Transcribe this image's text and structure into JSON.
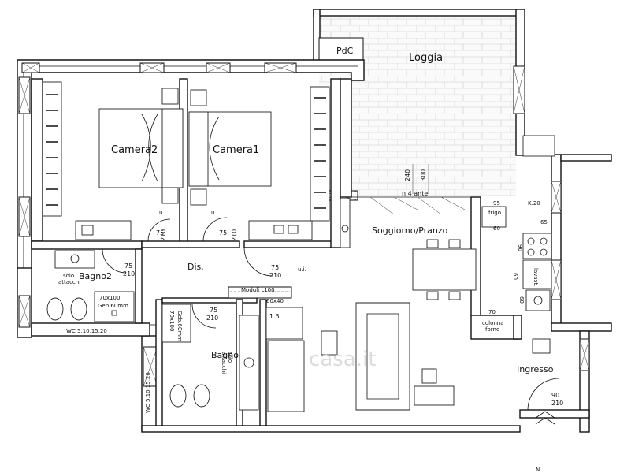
{
  "rooms": {
    "pdc": "PdC",
    "loggia": "Loggia",
    "camera2": "Camera2",
    "camera1": "Camera1",
    "soggiorno": "Soggiorno/Pranzo",
    "dis": "Dis.",
    "bagno2": "Bagno2",
    "bagno1": "Bagno1",
    "ingresso": "Ingresso"
  },
  "labels": {
    "n4ante": "n.4 ante",
    "frigo": "frigo",
    "lavast": "lavast.",
    "colonna_forno_1": "colonna",
    "colonna_forno_2": "forno",
    "solo_attacchi_1": "solo",
    "solo_attacchi_2": "attacchi",
    "doccia_1": "70x100",
    "doccia_2": "Geb.60mm",
    "bagno1_doccia_1": "70x100",
    "bagno1_doccia_2": "Geb.60mm",
    "moduli": "Moduli L100",
    "moduli_dim": "60x40",
    "ui": "u.i.",
    "wc_b2": "WC 5,10,15,20",
    "wc_b1": "WC 5,10,15,20",
    "k20": "K.20",
    "north": "N"
  },
  "dimensions": {
    "d300": "300",
    "d240": "240",
    "d95": "95",
    "d60a": "60",
    "d65": "65",
    "d90": "90",
    "d60b": "60",
    "d60c": "60",
    "d70": "70",
    "d75_cam2": "75",
    "d210_cam2": "210",
    "d75_cam1": "75",
    "d210_cam1": "210",
    "d75_b2": "75",
    "d210_b2": "210",
    "d75_dis": "75",
    "d210_dis": "210",
    "d75_b1": "75",
    "d210_b1": "210",
    "d90_ing": "90",
    "d210_ing": "210",
    "d15": "1.5"
  },
  "watermark": "casa.it"
}
